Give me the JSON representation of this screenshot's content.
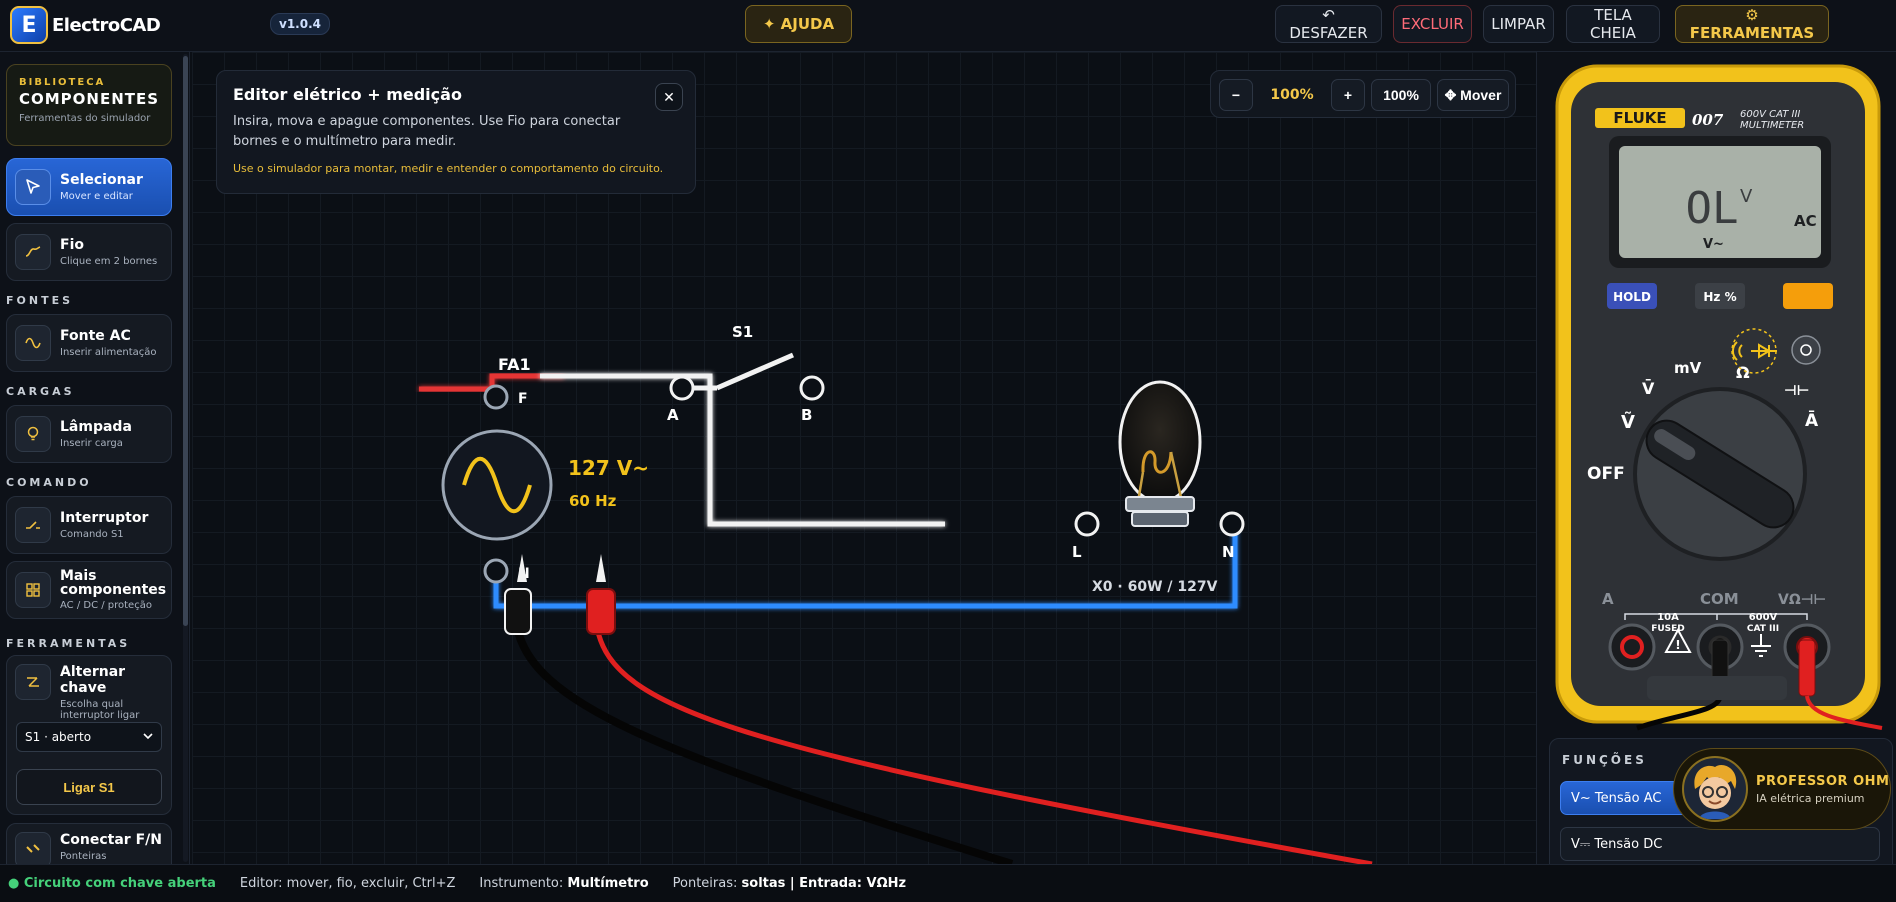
{
  "app": {
    "logo_letter": "E",
    "name": "ElectroCAD",
    "version": "v1.0.4"
  },
  "topbar": {
    "help": "✦ AJUDA",
    "undo": "↶ DESFAZER",
    "delete": "EXCLUIR",
    "clear": "LIMPAR",
    "fullscreen": "TELA CHEIA",
    "tools": "⚙ FERRAMENTAS"
  },
  "sidebar": {
    "library_kicker": "BIBLIOTECA",
    "library_title": "COMPONENTES",
    "library_sub": "Ferramentas do simulador",
    "tools": [
      {
        "label": "Selecionar",
        "sub": "Mover e editar",
        "icon": "cursor-icon"
      },
      {
        "label": "Fio",
        "sub": "Clique em 2 bornes",
        "icon": "wire-icon"
      }
    ],
    "sections": {
      "fontes": "FONTES",
      "cargas": "CARGAS",
      "comando": "COMANDO",
      "ferramentas": "FERRAMENTAS"
    },
    "fonte_ac": {
      "label": "Fonte AC",
      "sub": "Inserir alimentação"
    },
    "lampada": {
      "label": "Lâmpada",
      "sub": "Inserir carga"
    },
    "interruptor": {
      "label": "Interruptor",
      "sub": "Comando S1"
    },
    "mais": {
      "label": "Mais componentes",
      "sub": "AC / DC / proteção"
    },
    "toggle": {
      "label": "Alternar chave",
      "sub": "Escolha qual interruptor ligar",
      "selected": "S1 · aberto",
      "button": "Ligar S1"
    },
    "connect": {
      "label": "Conectar F/N",
      "sub": "Ponteiras"
    }
  },
  "canvas": {
    "info": {
      "title": "Editor elétrico + medição",
      "text": "Insira, mova e apague componentes. Use Fio para conectar bornes e o multímetro para medir.",
      "tip": "Use o simulador para montar, medir e entender o comportamento do circuito.",
      "close": "✕"
    },
    "zoom": {
      "minus": "−",
      "value": "100%",
      "plus": "+",
      "reset": "100%",
      "move": "✥ Mover"
    },
    "circuit": {
      "source_name": "FA1",
      "source_voltage": "127 V~",
      "source_freq": "60 Hz",
      "term_f": "F",
      "term_n": "N",
      "switch_name": "S1",
      "switch_a": "A",
      "switch_b": "B",
      "lamp_l": "L",
      "lamp_n": "N",
      "lamp_label": "X0 · 60W / 127V"
    }
  },
  "multimeter": {
    "brand": "FLUKE",
    "model": "007",
    "spec1": "600V CAT III",
    "spec2": "MULTIMETER",
    "display_value": "OL",
    "display_unit": "V",
    "display_mode": "AC",
    "display_sub": "V~",
    "btn_hold": "HOLD",
    "btn_hz": "Hz %",
    "dial": {
      "off": "OFF",
      "vac": "Ṽ",
      "vdc": "V̄",
      "mv": "mV",
      "ohm": "Ω",
      "cap": "⊣⊢",
      "amp": "Ā"
    },
    "jacks": {
      "a": "A",
      "com": "COM",
      "vohm": "VΩ⊣⊢",
      "fused1": "10A",
      "fused2": "FUSED",
      "cat1": "600V",
      "cat2": "CAT III"
    },
    "colors": {
      "body": "#f2c21b",
      "face": "#2e3136",
      "lcd": "#a9b1a8"
    }
  },
  "functions": {
    "label": "FUNÇÕES",
    "items": [
      {
        "label": "V~ Tensão AC",
        "active": true
      },
      {
        "label": "V⎓ Tensão DC",
        "active": false
      }
    ]
  },
  "professor": {
    "name": "PROFESSOR OHM",
    "sub": "IA elétrica premium"
  },
  "status": {
    "circuit": "● Circuito com chave aberta",
    "editor": "Editor: mover, fio, excluir, Ctrl+Z",
    "instrument_label": "Instrumento:",
    "instrument_value": "Multímetro",
    "probes_label": "Ponteiras:",
    "probes_value": "soltas | Entrada: VΩHz"
  }
}
